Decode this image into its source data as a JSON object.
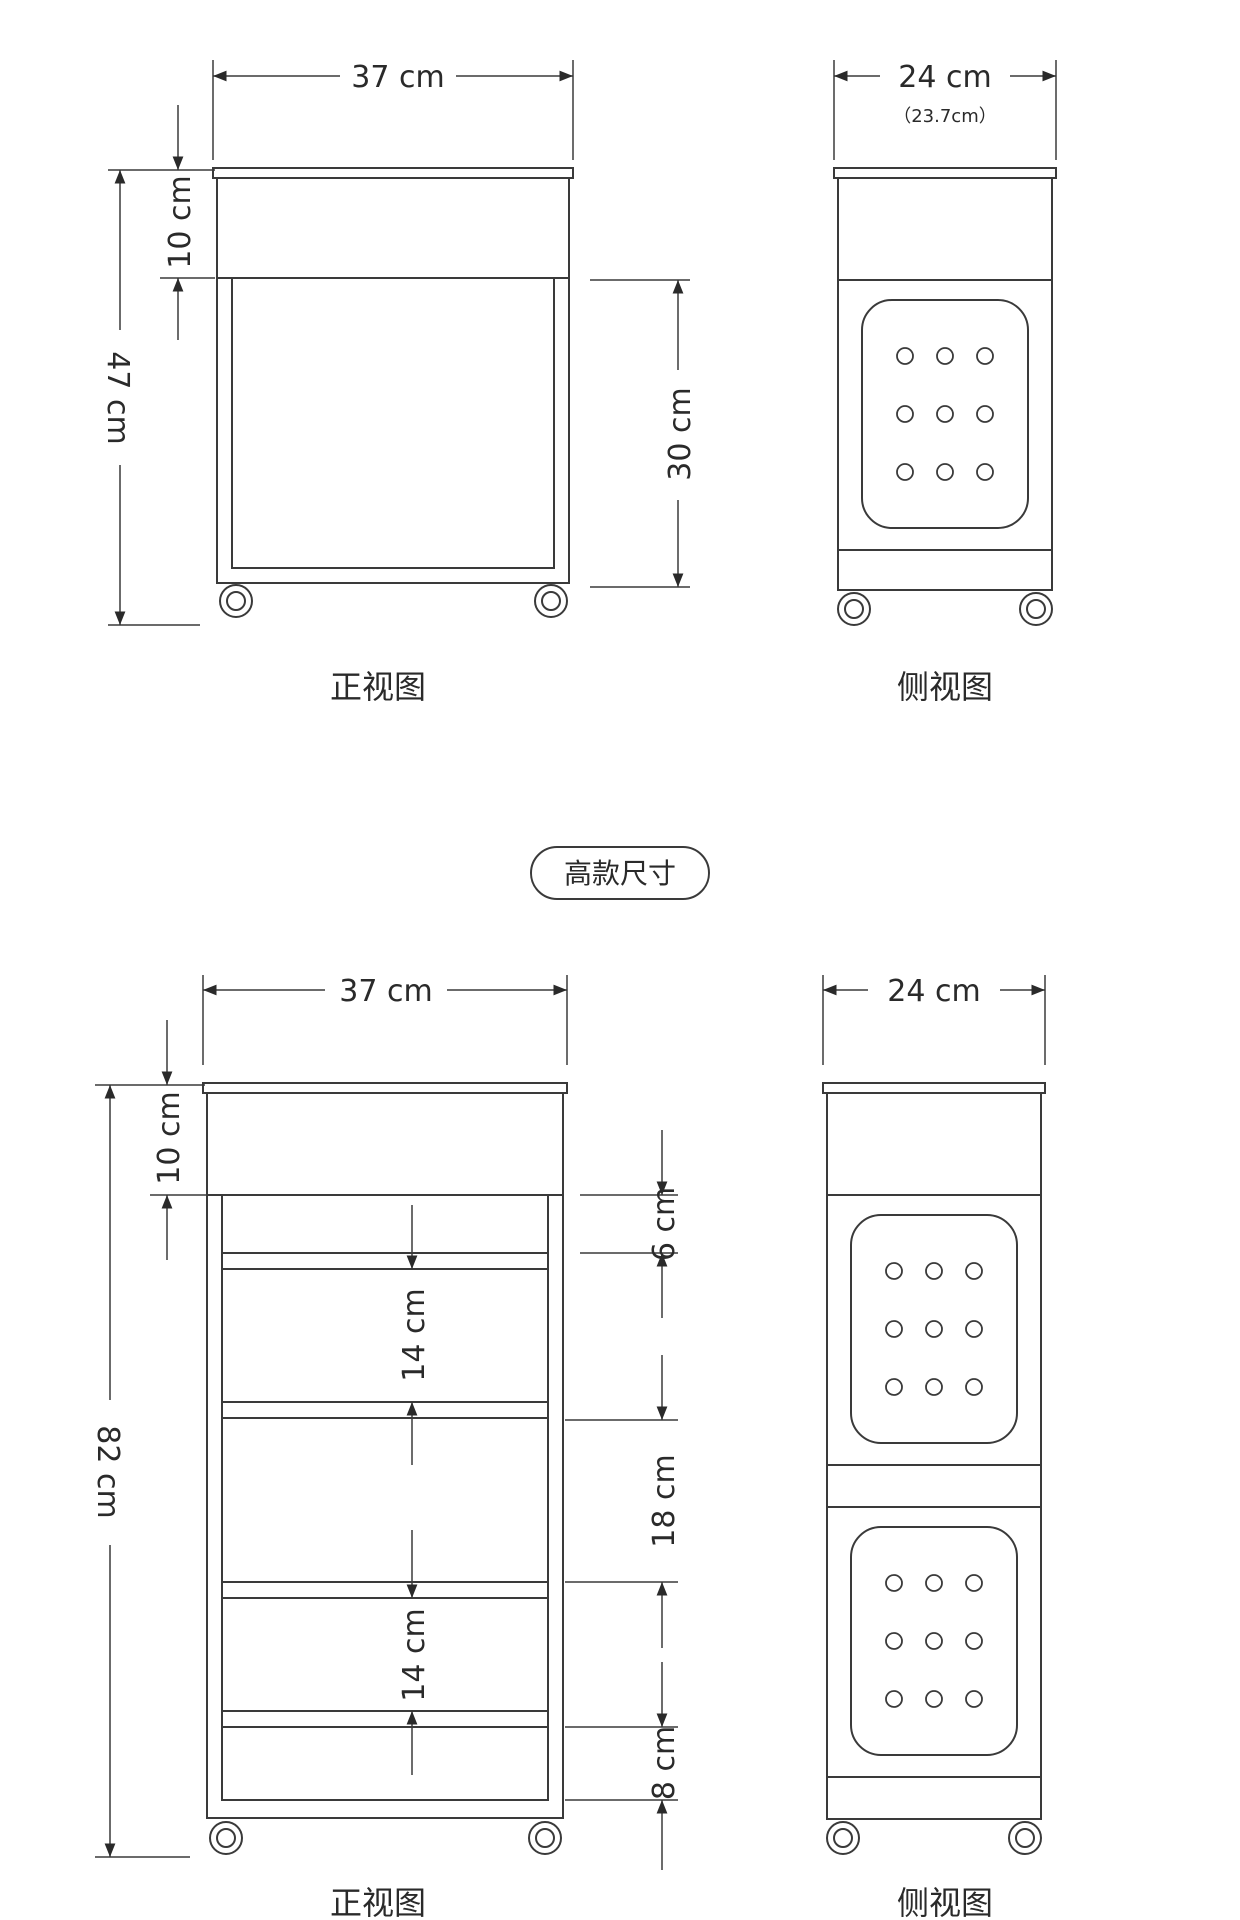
{
  "colors": {
    "line": "#3a3a3a",
    "background": "#ffffff"
  },
  "short_model": {
    "front": {
      "caption": "正视图",
      "width_label": "37 cm",
      "drawer_height_label": "10 cm",
      "total_height_label": "47 cm",
      "cabinet_height_label": "30 cm"
    },
    "side": {
      "caption": "侧视图",
      "width_label": "24 cm",
      "width_note": "（23.7cm）"
    }
  },
  "section_badge": "高款尺寸",
  "tall_model": {
    "front": {
      "caption": "正视图",
      "width_label": "37 cm",
      "drawer_height_label": "10 cm",
      "total_height_label": "82 cm",
      "gap_top_label": "6 cm",
      "shelf_1_label": "14 cm",
      "shelf_2_label": "18 cm",
      "shelf_3_label": "14 cm",
      "gap_bottom_label": "8 cm"
    },
    "side": {
      "caption": "侧视图",
      "width_label": "24 cm"
    }
  }
}
